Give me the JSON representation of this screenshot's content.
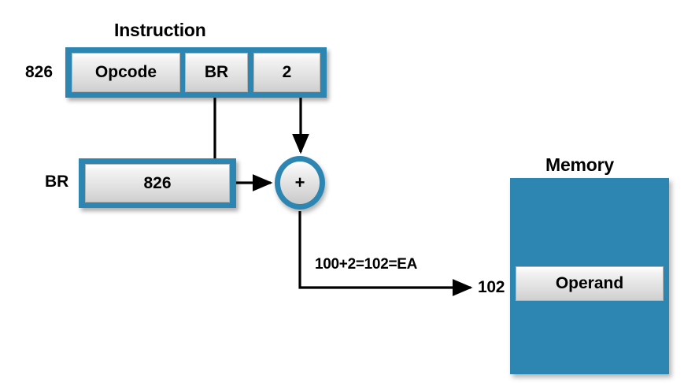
{
  "diagram": {
    "title_instruction": "Instruction",
    "title_memory": "Memory",
    "instruction": {
      "address_label": "826",
      "fields": [
        {
          "label": "Opcode"
        },
        {
          "label": "BR"
        },
        {
          "label": "2"
        }
      ]
    },
    "base_register": {
      "name_label": "BR",
      "value": "826"
    },
    "adder": {
      "symbol": "+"
    },
    "effective_address": {
      "equation": "100+2=102=EA",
      "address_label": "102"
    },
    "memory": {
      "operand_label": "Operand"
    },
    "colors": {
      "accent_blue": "#2d86b1",
      "cell_light": "#ffffff",
      "cell_dark": "#cfcfcf",
      "line": "#000000"
    }
  }
}
